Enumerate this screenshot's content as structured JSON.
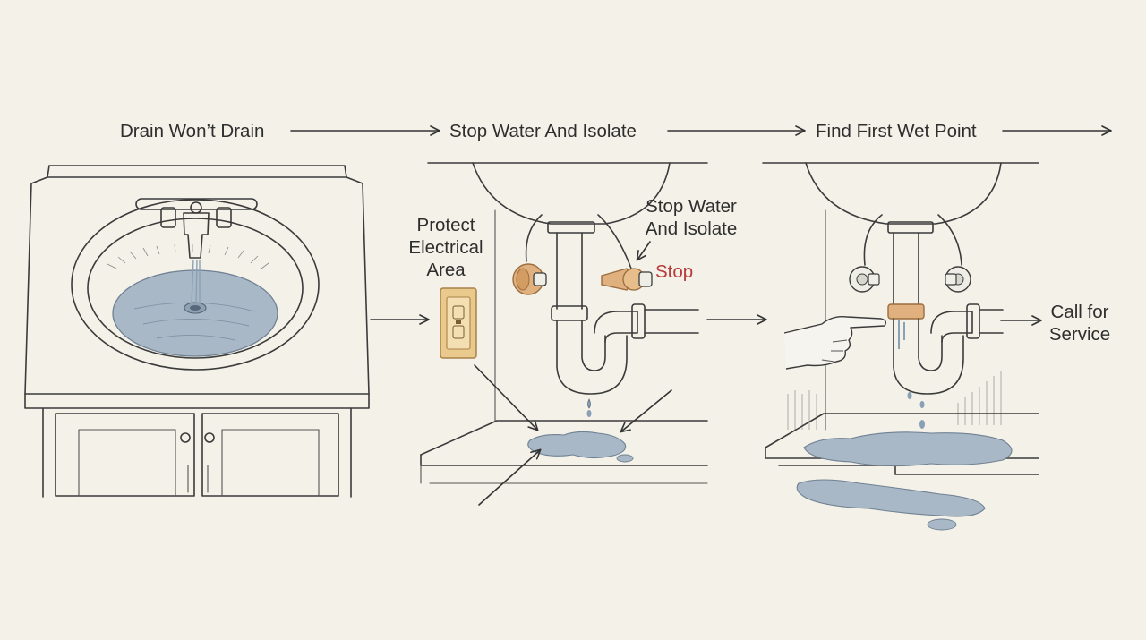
{
  "colors": {
    "background": "#f3f1e8",
    "ink": "#3b3b3b",
    "water": "#a9b8c6",
    "water_dark": "#7f93a6",
    "valve": "#e0b07e",
    "valve_dark": "#b9864e",
    "outlet": "#e9c98c",
    "accent_red": "#b83a3a"
  },
  "steps": [
    {
      "label": "Drain Won’t Drain"
    },
    {
      "label": "Stop Water And Isolate"
    },
    {
      "label": "Find First Wet Point"
    }
  ],
  "callouts": {
    "protect_line1": "Protect",
    "protect_line2": "Electrical",
    "protect_line3": "Area",
    "stop_water_line1": "Stop Water",
    "stop_water_line2": "And Isolate",
    "stop": "Stop",
    "call_line1": "Call for",
    "call_line2": "Service"
  },
  "icons": {
    "faucet": "faucet-icon",
    "shutoff_valve": "shutoff-valve-icon",
    "outlet": "gfci-outlet-icon",
    "pointing_hand": "pointing-hand-icon",
    "arrow": "arrow-right-icon"
  }
}
